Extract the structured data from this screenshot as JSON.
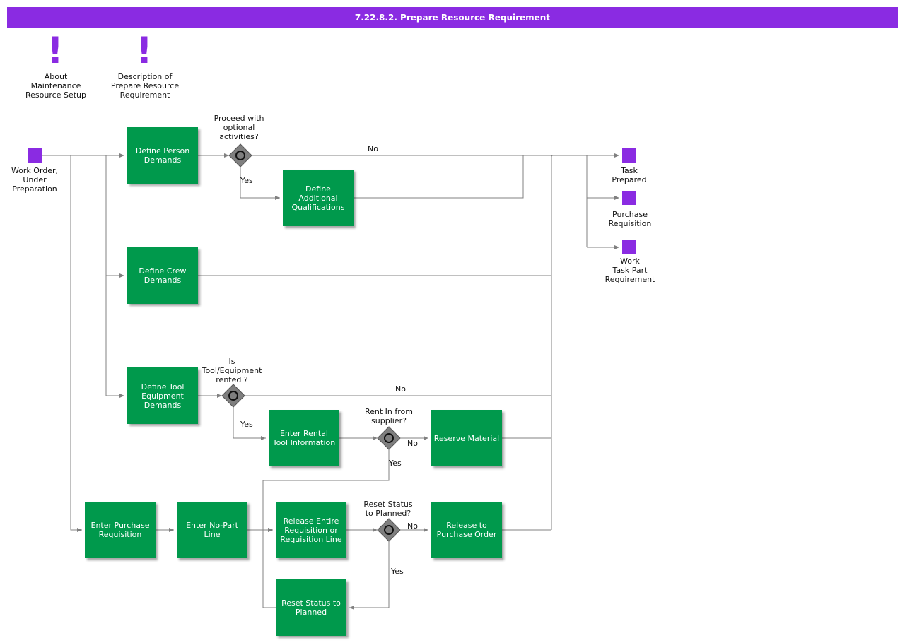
{
  "title": "7.22.8.2. Prepare Resource Requirement",
  "colors": {
    "header": "#8a2be2",
    "task": "#00994c",
    "event": "#8a2be2",
    "gateway": "#7f7f7f",
    "connector": "#808080"
  },
  "notes": {
    "about": "About\nMaintenance\nResource Setup",
    "description": "Description of\nPrepare Resource\nRequirement"
  },
  "events": {
    "start": "Work Order,\nUnder\nPreparation",
    "task_prepared": "Task\nPrepared",
    "purchase_requisition": "Purchase\nRequisition",
    "work_task_part": "Work\nTask Part\nRequirement"
  },
  "tasks": {
    "define_person": "Define Person\nDemands",
    "define_additional": "Define\nAdditional\nQualifications",
    "define_crew": "Define Crew\nDemands",
    "define_tool": "Define Tool\nEquipment\nDemands",
    "enter_rental": "Enter Rental\nTool Information",
    "reserve_material": "Reserve Material",
    "enter_purchase": "Enter Purchase\nRequisition",
    "enter_nopart": "Enter No-Part\nLine",
    "release_entire": "Release Entire\nRequisition or\nRequisition Line",
    "release_po": "Release to\nPurchase Order",
    "reset_status": "Reset Status to\nPlanned"
  },
  "gateways": {
    "optional": "Proceed with\noptional\nactivities?",
    "rented": "Is\nTool/Equipment\nrented ?",
    "rent_supplier": "Rent In from\nsupplier?",
    "reset_planned": "Reset Status\nto Planned?"
  },
  "flow_labels": {
    "no": "No",
    "yes": "Yes"
  }
}
